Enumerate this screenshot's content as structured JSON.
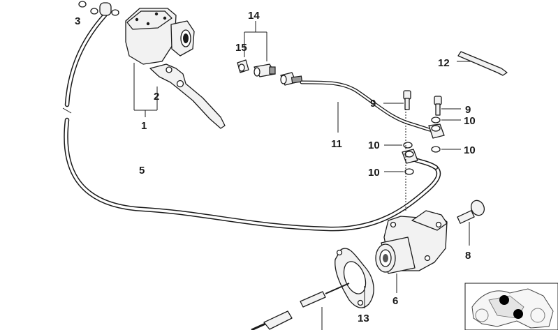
{
  "diagram": {
    "labels": {
      "l1": "1",
      "l2": "2",
      "l3": "3",
      "l5": "5",
      "l6": "6",
      "l8": "8",
      "l9a": "9",
      "l9b": "9",
      "l10a": "10",
      "l10b": "10",
      "l10c": "10",
      "l10d": "10",
      "l11": "11",
      "l12": "12",
      "l13": "13",
      "l14": "14",
      "l15": "15"
    },
    "thumbnail_icon": "motorcycle-thumbnail-icon"
  }
}
